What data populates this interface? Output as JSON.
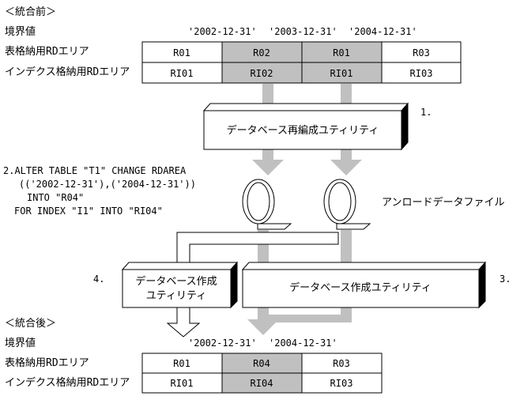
{
  "before": {
    "heading": "＜統合前＞",
    "boundary_label": "境界値",
    "boundaries": [
      "'2002-12-31'",
      "'2003-12-31'",
      "'2004-12-31'"
    ],
    "table_label": "表格納用RDエリア",
    "index_label": "インデクス格納用RDエリア",
    "table_cells": [
      "R01",
      "R02",
      "R01",
      "R03"
    ],
    "index_cells": [
      "RI01",
      "RI02",
      "RI01",
      "RI03"
    ]
  },
  "after": {
    "heading": "＜統合後＞",
    "boundary_label": "境界値",
    "boundaries": [
      "'2002-12-31'",
      "'2004-12-31'"
    ],
    "table_label": "表格納用RDエリア",
    "index_label": "インデクス格納用RDエリア",
    "table_cells": [
      "R01",
      "R04",
      "R03"
    ],
    "index_cells": [
      "RI01",
      "RI04",
      "RI03"
    ]
  },
  "steps": {
    "step1_num": "1.",
    "step1_box": "データベース再編成ユティリティ",
    "step2_lines": [
      "2.ALTER TABLE \"T1\" CHANGE RDAREA",
      "(('2002-12-31'),('2004-12-31'))",
      "INTO \"R04\"",
      "FOR INDEX \"I1\" INTO \"RI04\""
    ],
    "unload_label": "アンロードデータファイル",
    "step3_num": "3.",
    "step3_box": "データベース作成ユティリティ",
    "step4_num": "4.",
    "step4_box_line1": "データベース作成",
    "step4_box_line2": "ユティリティ"
  },
  "colors": {
    "highlight": "#c0c0c0",
    "arrow": "#c0c0c0",
    "box": "#ffffff",
    "line": "#000000"
  }
}
